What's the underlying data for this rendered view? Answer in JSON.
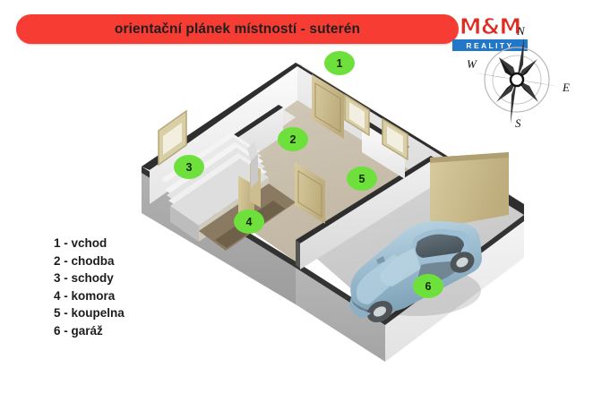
{
  "title": {
    "text": "orientační plánek místností - suterén",
    "banner_color": "#f63c33",
    "text_color": "#231f1e"
  },
  "logo": {
    "brand": "M&M",
    "subtitle": "REALITY",
    "brand_color": "#e02b22",
    "subtitle_bg": "#2277c8",
    "subtitle_color": "#ffffff"
  },
  "compass": {
    "north": "N",
    "east": "E",
    "south": "S",
    "west": "W"
  },
  "legend": {
    "items": [
      {
        "label": "1 - vchod"
      },
      {
        "label": "2 - chodba"
      },
      {
        "label": "3 - schody"
      },
      {
        "label": "4 - komora"
      },
      {
        "label": "5 - koupelna"
      },
      {
        "label": "6 - garáž"
      }
    ]
  },
  "markers": {
    "color": "#6ee03c",
    "text_color": "#14250c",
    "items": [
      {
        "number": "1",
        "room": "vchod"
      },
      {
        "number": "2",
        "room": "chodba"
      },
      {
        "number": "3",
        "room": "schody"
      },
      {
        "number": "4",
        "room": "komora"
      },
      {
        "number": "5",
        "room": "koupelna"
      },
      {
        "number": "6",
        "room": "garáž"
      }
    ]
  },
  "plan": {
    "wall_top_color": "#2e2e2e",
    "wall_face_color": "#a9a9a9",
    "interior_wall_color": "#f2f2f2",
    "floor_hall_color": "#cdc4b4",
    "floor_garage_color": "#cfcfcf",
    "door_color": "#cbbb8c",
    "car_color": "#a8c7d8"
  }
}
